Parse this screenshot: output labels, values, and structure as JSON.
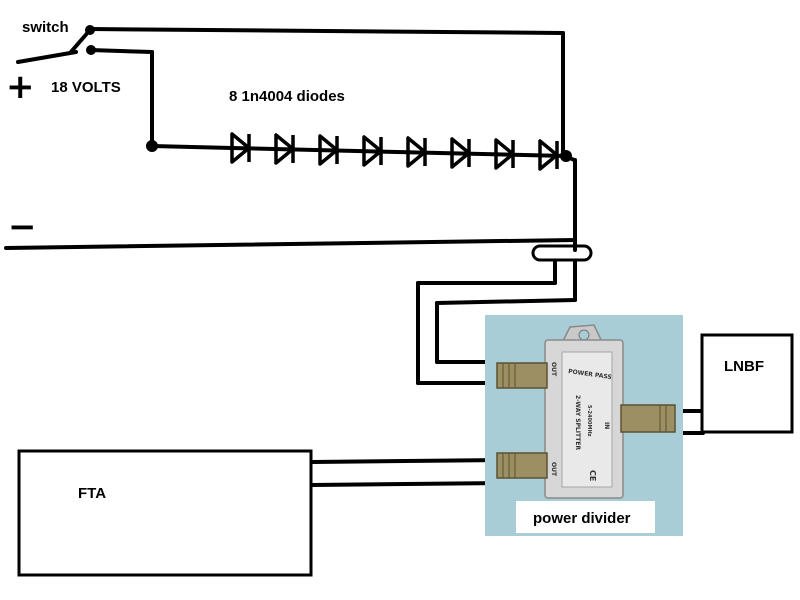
{
  "labels": {
    "switch": "switch",
    "voltage": "18 VOLTS",
    "diodes": "8 1n4004 diodes",
    "lnbf": "LNBF",
    "fta": "FTA",
    "power_divider": "power divider",
    "plus": "+",
    "minus": "−"
  },
  "splitter": {
    "brand": "POWER PASS",
    "model": "2-WAY SPLITTER",
    "freq": "5-2400MHz",
    "port_in": "IN",
    "port_out": "OUT",
    "ce": "CE"
  },
  "diode_count": 8,
  "colors": {
    "wire": "#000000",
    "photo_bg": "#a9cdd6",
    "splitter_body": "#d7d7d7",
    "connector": "#9c8f63"
  }
}
